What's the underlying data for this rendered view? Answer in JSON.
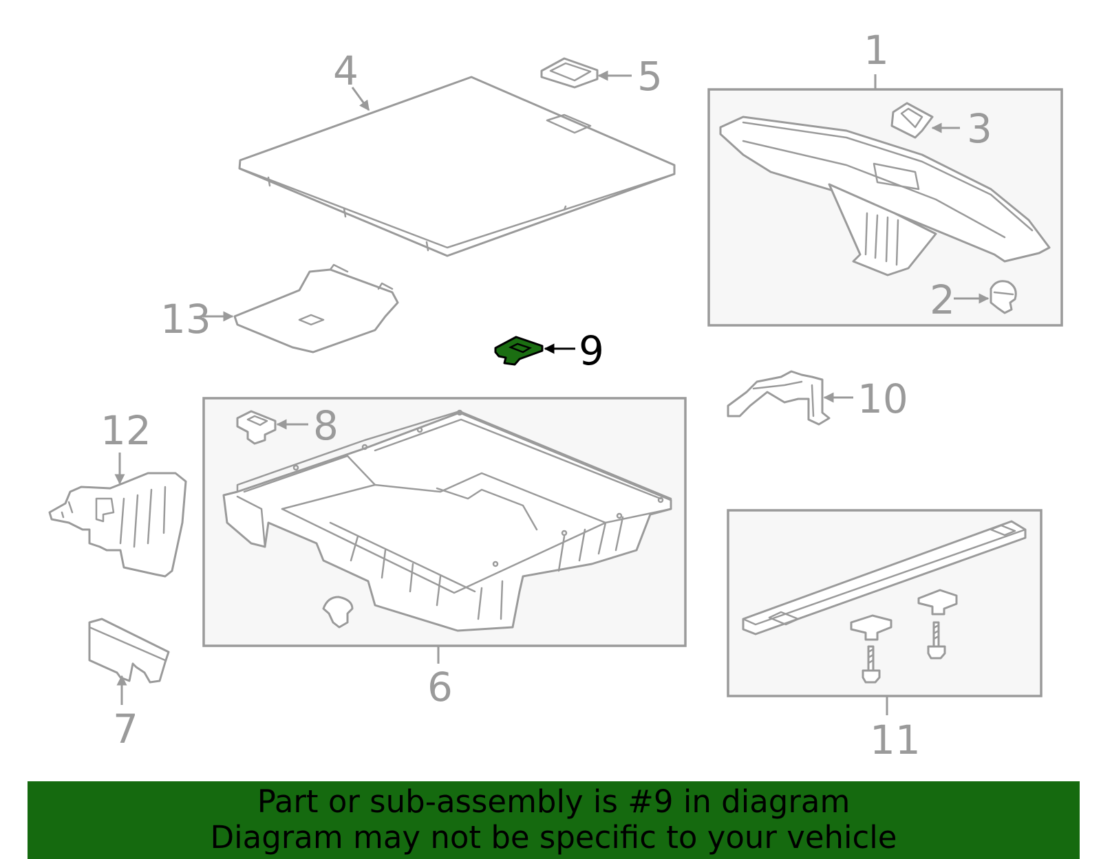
{
  "callouts": {
    "c1": "1",
    "c2": "2",
    "c3": "3",
    "c4": "4",
    "c5": "5",
    "c6": "6",
    "c7": "7",
    "c8": "8",
    "c9": "9",
    "c10": "10",
    "c11": "11",
    "c12": "12",
    "c13": "13"
  },
  "highlighted_part": "9",
  "colors": {
    "highlight": "#1b6e12",
    "banner": "#156a0f",
    "line": "#9a9a9a"
  },
  "banner": {
    "line1": "Part or sub-assembly is #9 in diagram",
    "line2": "Diagram may not be specific to your vehicle"
  }
}
